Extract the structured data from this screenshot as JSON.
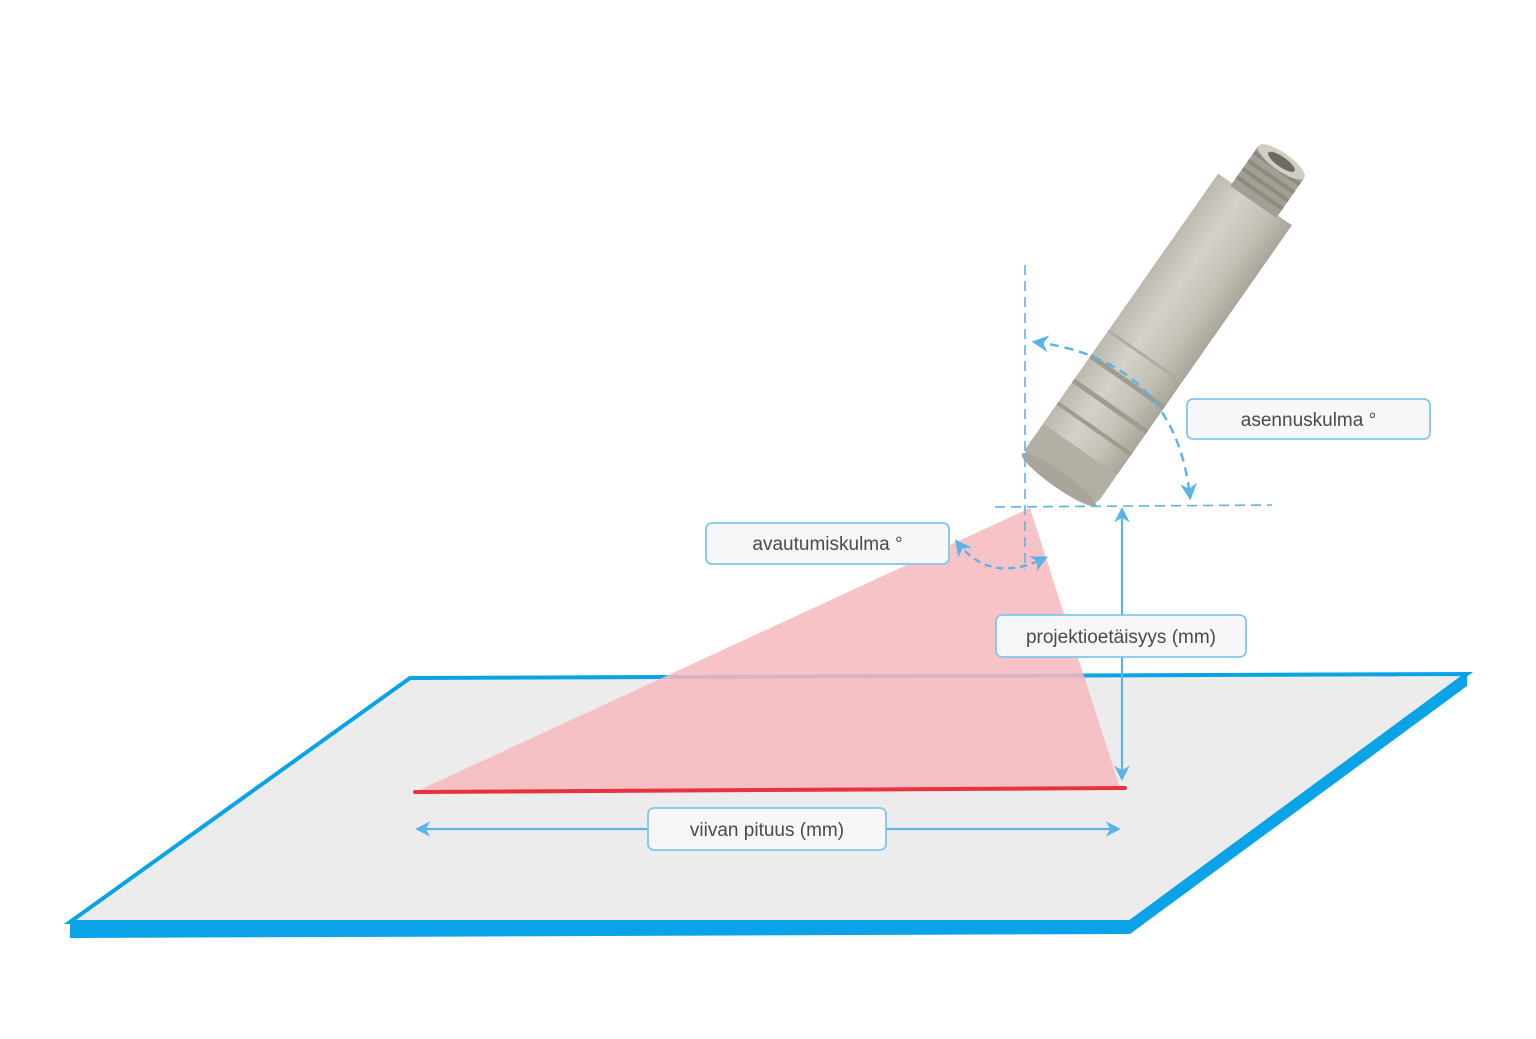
{
  "labels": {
    "mounting_angle": "asennuskulma °",
    "opening_angle": "avautumiskulma °",
    "projection_distance": "projektioetäisyys (mm)",
    "line_length": "viivan pituus (mm)"
  },
  "colors": {
    "annotation": "#5ab4ea",
    "plate_edge": "#0aa3e8",
    "plate_surface": "#ececec",
    "laser_fan": "#f7b9bd",
    "laser_line": "#e8323f",
    "sensor_body": "#c9c6bd",
    "label_bg": "#f7f7f9",
    "label_border": "#7fc6f0"
  },
  "icons": {
    "sensor": "cylindrical-laser-sensor-icon"
  }
}
